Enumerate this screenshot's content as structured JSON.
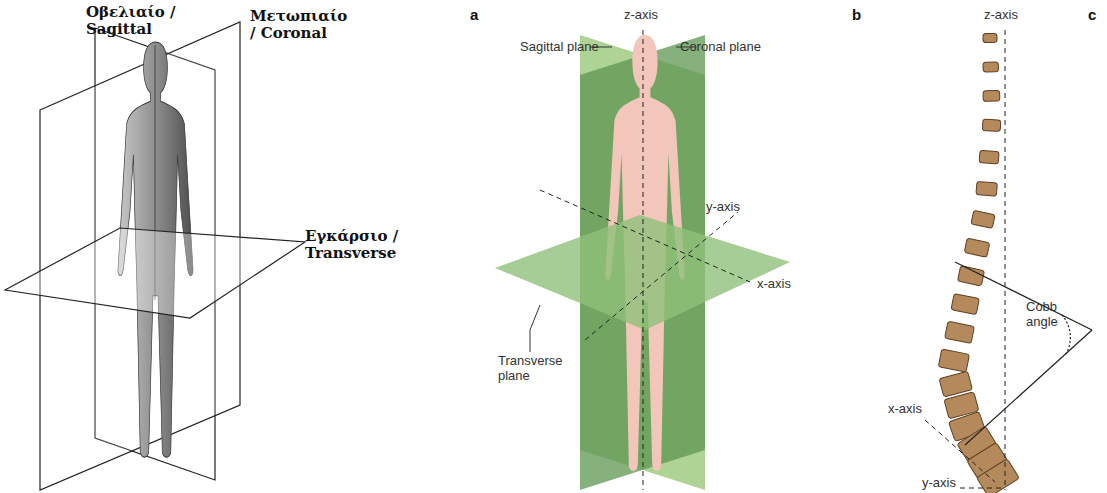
{
  "diagram": {
    "labels": [
      "Οβελιαίο / Sagittal",
      "Μετωπιαίο / Coronal",
      "a",
      "z-axis",
      "b",
      "z-axis",
      "c",
      "Sagittal plane",
      "Coronal plane",
      "y-axis",
      "Εγκάρσιο / Transverse",
      "x-axis",
      "Cobb angle",
      "Transverse plane",
      "x-axis",
      "y-axis"
    ]
  }
}
